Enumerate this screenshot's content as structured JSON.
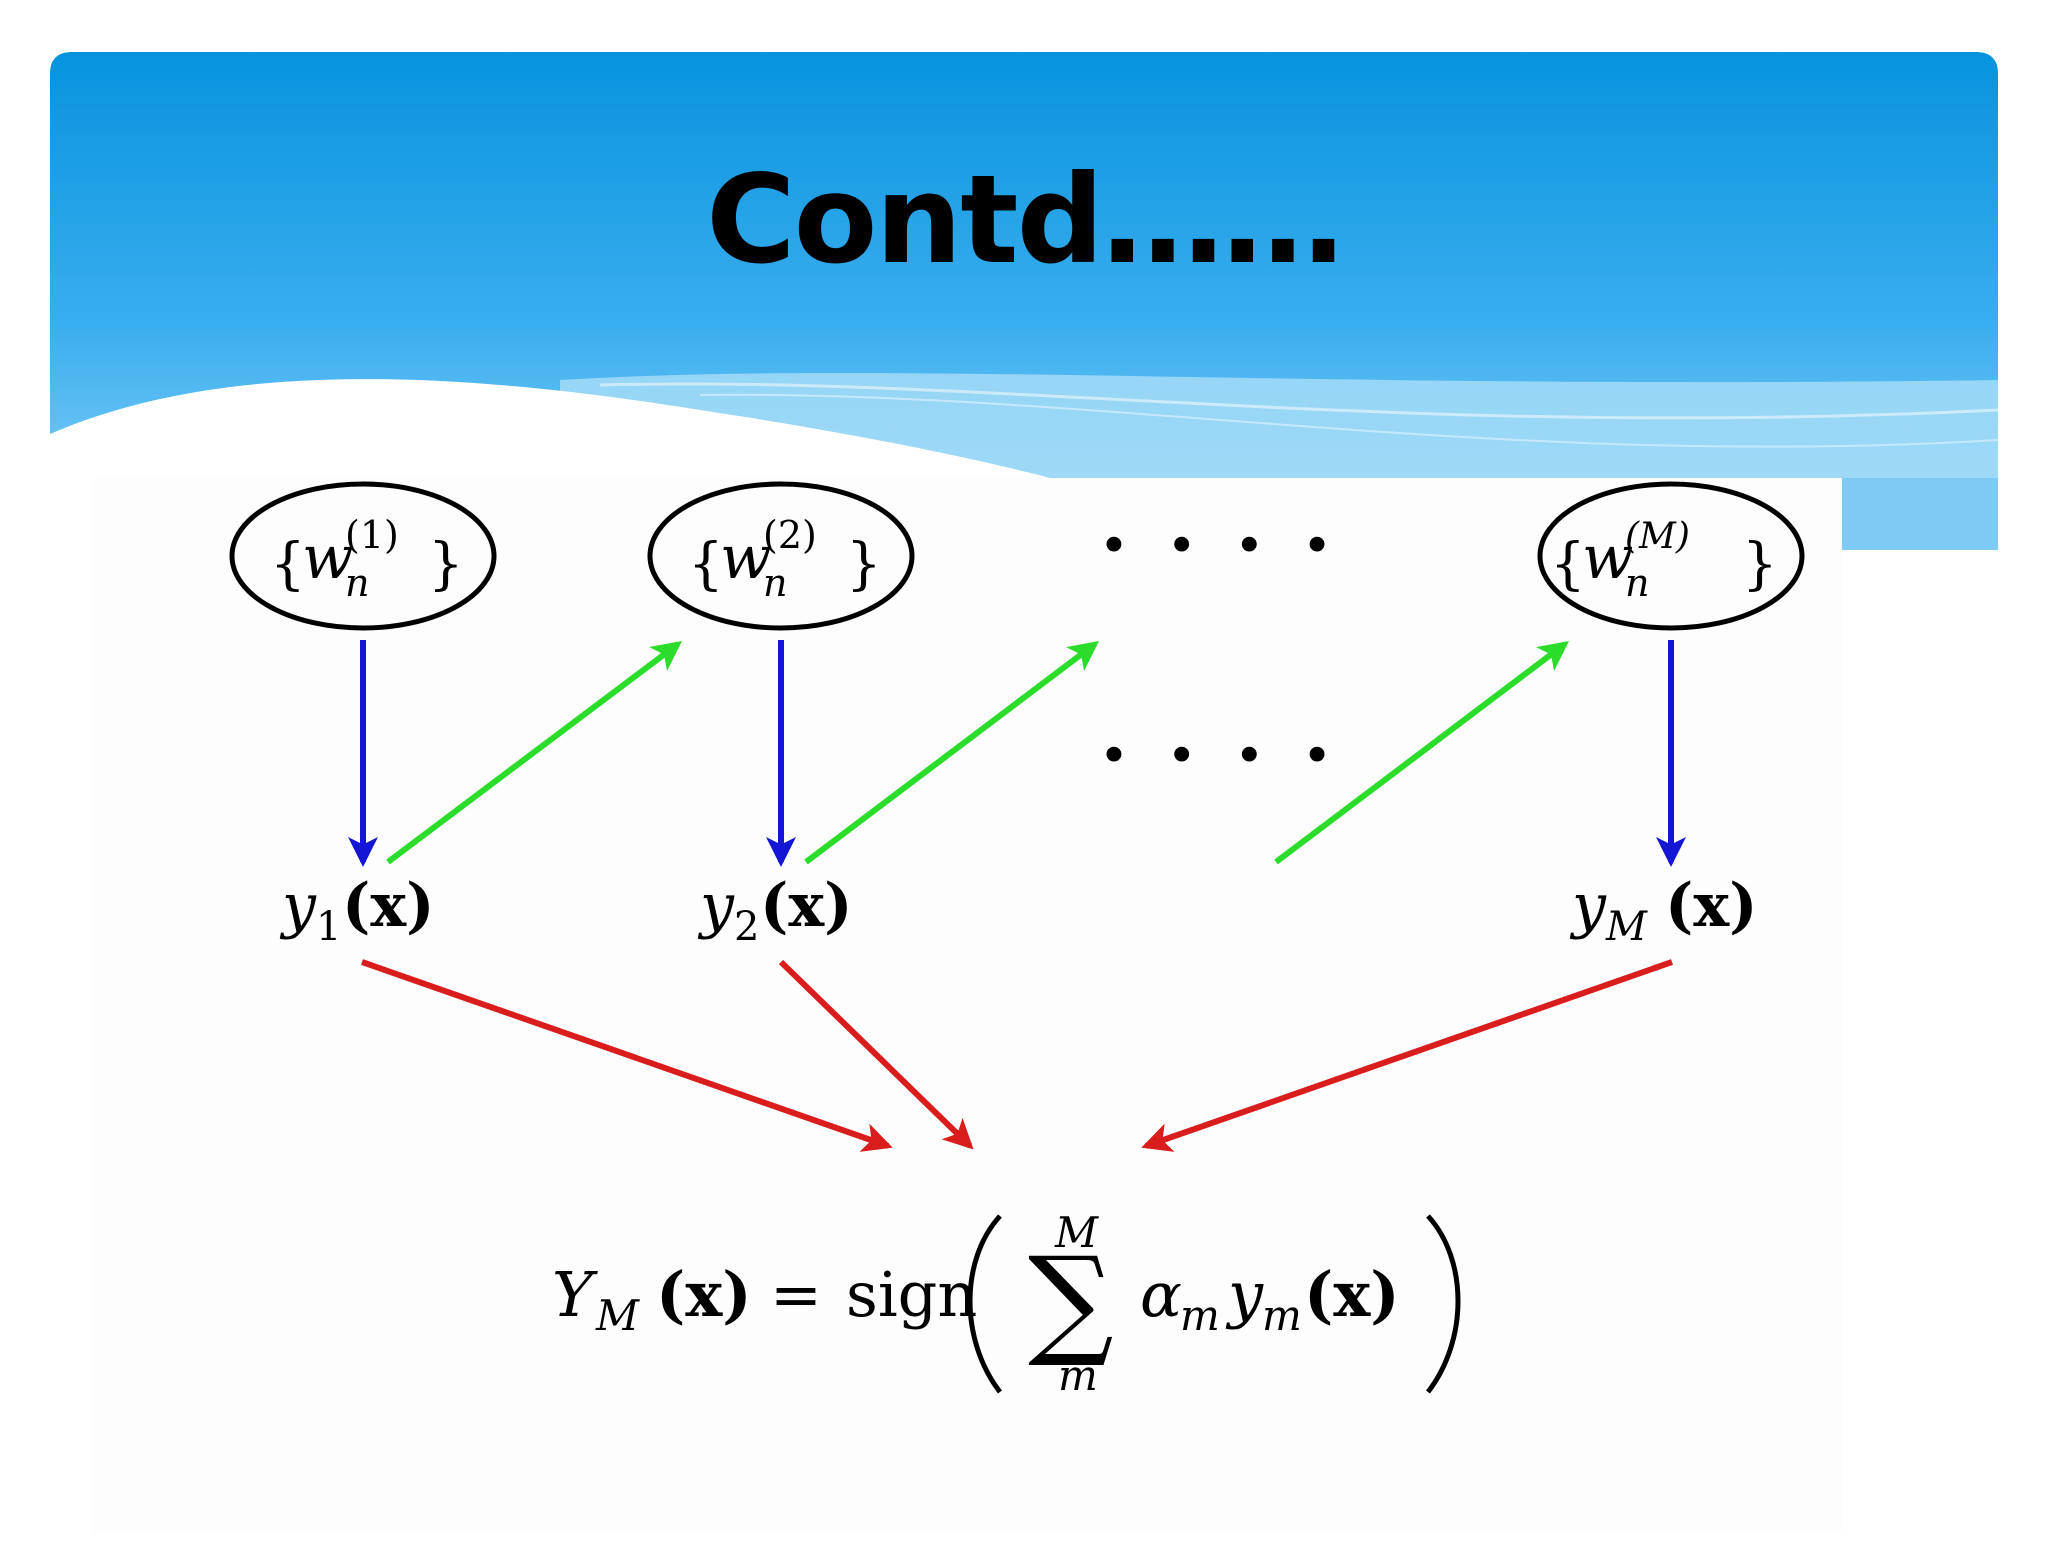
{
  "slide": {
    "title": "Contd……"
  },
  "diagram": {
    "weight_nodes": [
      {
        "base": "w",
        "sub": "n",
        "sup": "(1)"
      },
      {
        "base": "w",
        "sub": "n",
        "sup": "(2)"
      },
      {
        "base": "w",
        "sub": "n",
        "sup": "(M)"
      }
    ],
    "ellipsis_top": "· · · ·",
    "ellipsis_middle": "· · · ·",
    "classifier_outputs": [
      {
        "base": "y",
        "sub": "1",
        "arg": "(x)"
      },
      {
        "base": "y",
        "sub": "2",
        "arg": "(x)"
      },
      {
        "base": "y",
        "sub": "M",
        "arg": "(x)"
      }
    ],
    "formula": {
      "lhs_base": "Y",
      "lhs_sub": "M",
      "lhs_arg": "(x)",
      "equals": "=",
      "func": "sign",
      "sum_upper": "M",
      "sum_lower": "m",
      "sum_symbol": "∑",
      "alpha": "α",
      "alpha_sub": "m",
      "y": "y",
      "y_sub": "m",
      "arg": "(x)"
    },
    "colors": {
      "blue_arrow": "#1515d6",
      "green_arrow": "#2bdc2b",
      "red_arrow": "#d91d1d",
      "header_top": "#0a94df",
      "header_bottom": "#8fd3f8"
    }
  }
}
